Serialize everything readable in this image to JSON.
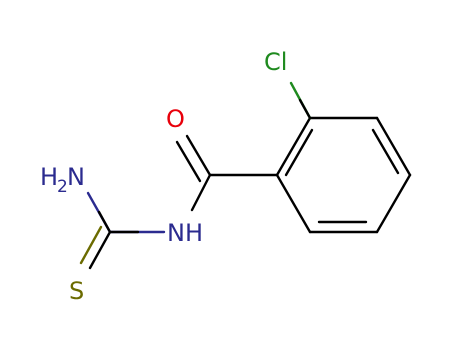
{
  "molecule": {
    "atoms": {
      "chlorine": {
        "text": "Cl",
        "color": "#1f8a1f"
      },
      "oxygen": {
        "text": "O",
        "color": "#e8000b"
      },
      "amine_h": {
        "text": "H",
        "subscript": "2",
        "color": "#2b2b8f"
      },
      "amine_n": {
        "text": "N",
        "color": "#2b2b8f"
      },
      "amide": {
        "text": "NH",
        "color": "#2b2b8f"
      },
      "sulfur": {
        "text": "S",
        "color": "#6b6b00"
      }
    }
  }
}
